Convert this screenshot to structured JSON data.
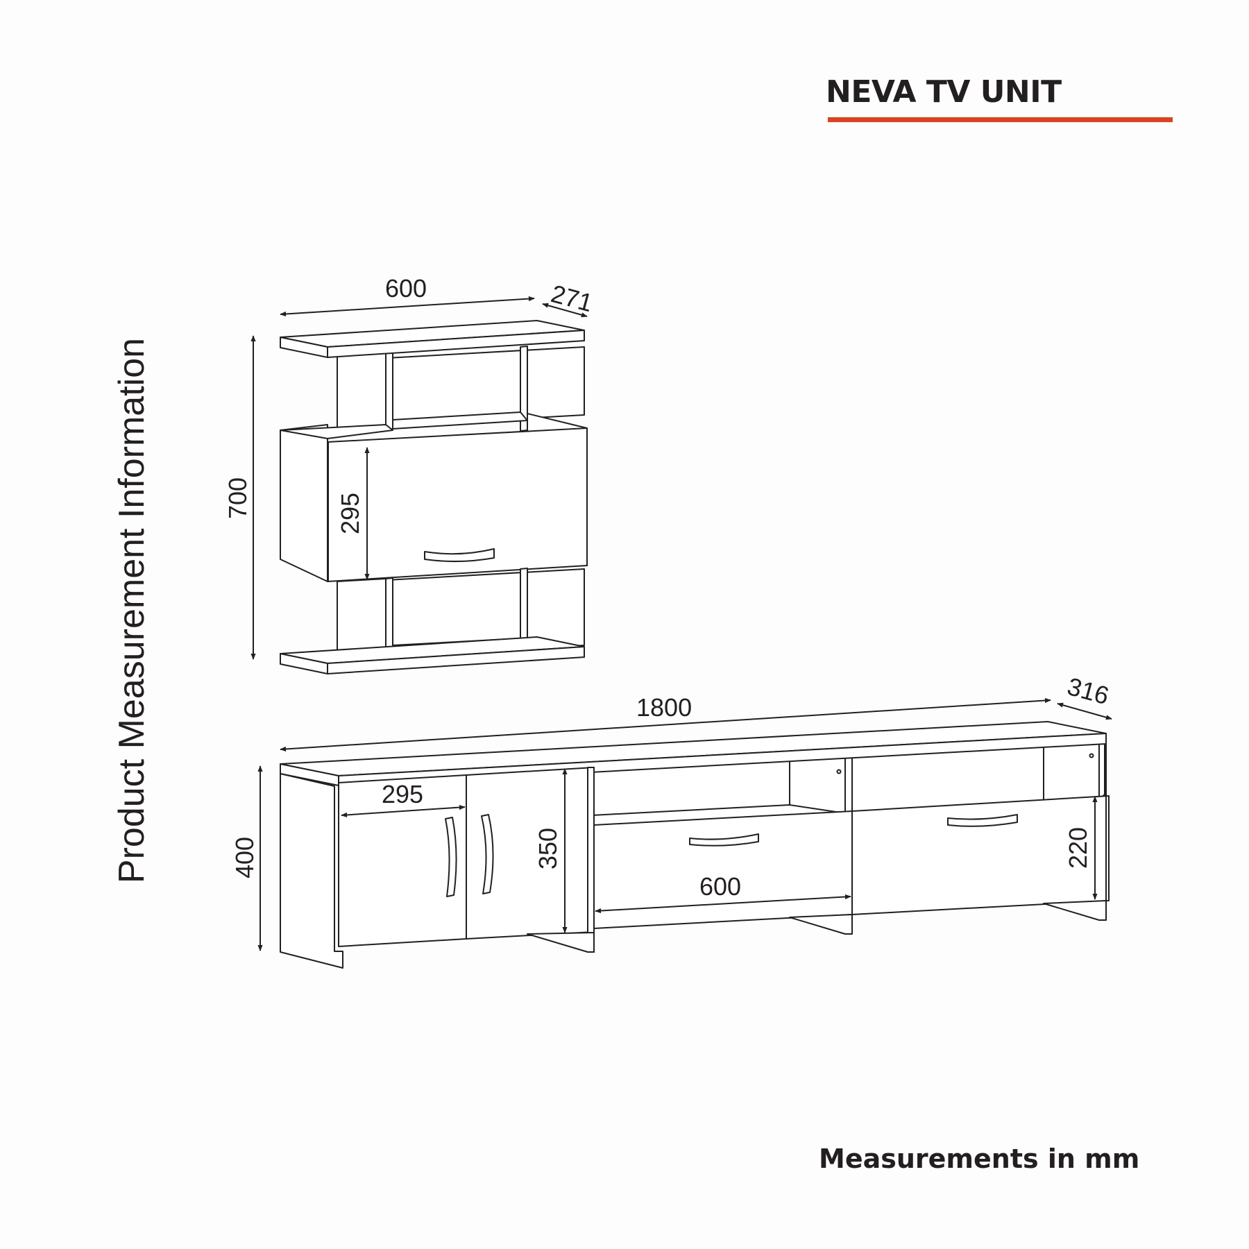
{
  "header": {
    "title": "NEVA TV UNIT",
    "accent_color": "#e2401d"
  },
  "side_label": "Product Measurement Information",
  "footer": "Measurements in mm",
  "wall_shelf": {
    "width": "600",
    "depth": "271",
    "height": "700",
    "door_height": "295"
  },
  "tv_stand": {
    "width": "1800",
    "depth": "316",
    "height": "400",
    "door_width": "295",
    "cabinet_height": "350",
    "drawer_width": "600",
    "drawer_height": "220"
  }
}
